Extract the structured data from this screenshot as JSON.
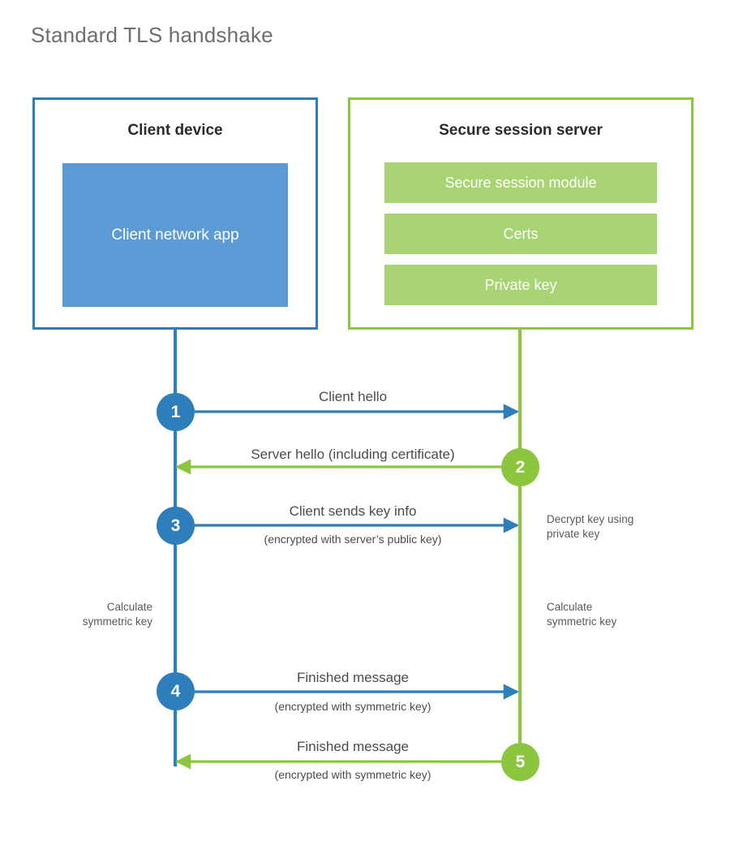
{
  "page": {
    "title": "Standard TLS handshake",
    "background": "#ffffff"
  },
  "colors": {
    "client_accent": "#2e7ebb",
    "client_fill": "#5b9bd5",
    "server_accent": "#8cc63e",
    "server_fill": "#a8d474",
    "title_text": "#6d6e71",
    "body_text": "#4b4b4b",
    "note_text": "#58595b"
  },
  "actors": {
    "client": {
      "title": "Client device",
      "blocks": [
        {
          "label": "Client network app"
        }
      ]
    },
    "server": {
      "title": "Secure session server",
      "blocks": [
        {
          "label": "Secure session module"
        },
        {
          "label": "Certs"
        },
        {
          "label": "Private key"
        }
      ]
    }
  },
  "steps": [
    {
      "number": "1",
      "origin": "client",
      "direction": "client-to-server",
      "label": "Client hello",
      "sublabel": ""
    },
    {
      "number": "2",
      "origin": "server",
      "direction": "server-to-client",
      "label": "Server hello (including certificate)",
      "sublabel": ""
    },
    {
      "number": "3",
      "origin": "client",
      "direction": "client-to-server",
      "label": "Client sends key info",
      "sublabel": "(encrypted with server’s public key)"
    },
    {
      "number": "4",
      "origin": "client",
      "direction": "client-to-server",
      "label": "Finished message",
      "sublabel": "(encrypted with symmetric key)"
    },
    {
      "number": "5",
      "origin": "server",
      "direction": "server-to-client",
      "label": "Finished message",
      "sublabel": "(encrypted with symmetric key)"
    }
  ],
  "annotations": {
    "decrypt_note": "Decrypt key using\nprivate key",
    "client_calculate_note": "Calculate\nsymmetric key",
    "server_calculate_note": "Calculate\nsymmetric key"
  }
}
